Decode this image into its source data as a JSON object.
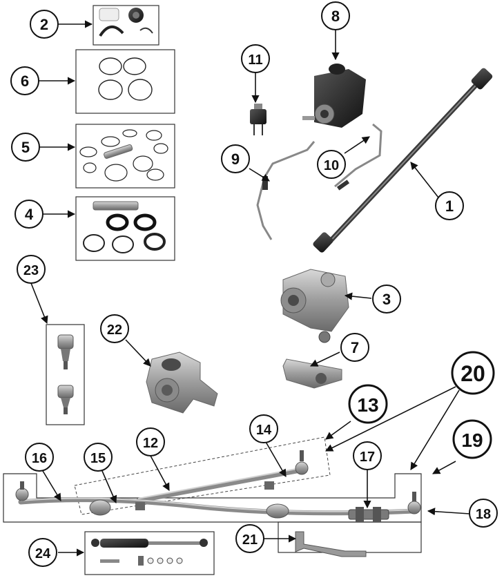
{
  "diagram": {
    "callouts": [
      {
        "id": "c2",
        "label": "2"
      },
      {
        "id": "c6",
        "label": "6"
      },
      {
        "id": "c5",
        "label": "5"
      },
      {
        "id": "c4",
        "label": "4"
      },
      {
        "id": "c23",
        "label": "23"
      },
      {
        "id": "c22",
        "label": "22"
      },
      {
        "id": "c11",
        "label": "11"
      },
      {
        "id": "c8",
        "label": "8"
      },
      {
        "id": "c9",
        "label": "9"
      },
      {
        "id": "c10",
        "label": "10"
      },
      {
        "id": "c1",
        "label": "1"
      },
      {
        "id": "c3",
        "label": "3"
      },
      {
        "id": "c7",
        "label": "7"
      },
      {
        "id": "c20",
        "label": "20"
      },
      {
        "id": "c13",
        "label": "13"
      },
      {
        "id": "c19",
        "label": "19"
      },
      {
        "id": "c14",
        "label": "14"
      },
      {
        "id": "c12",
        "label": "12"
      },
      {
        "id": "c15",
        "label": "15"
      },
      {
        "id": "c16",
        "label": "16"
      },
      {
        "id": "c17",
        "label": "17"
      },
      {
        "id": "c18",
        "label": "18"
      },
      {
        "id": "c21",
        "label": "21"
      },
      {
        "id": "c24",
        "label": "24"
      }
    ]
  },
  "colors": {
    "ink": "#111111",
    "part_gray": "#9a9a9a",
    "part_dark": "#3a3a3a",
    "box_border": "#333333"
  }
}
